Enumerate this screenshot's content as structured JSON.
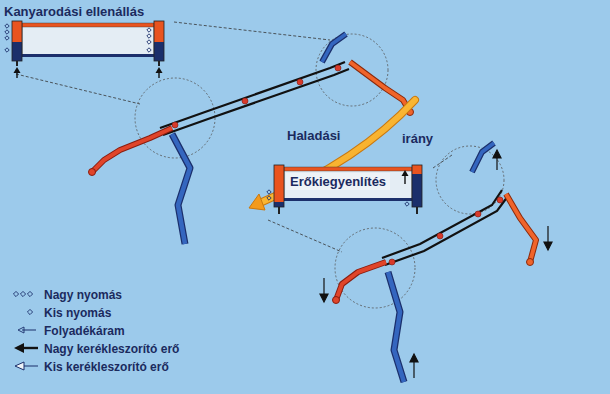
{
  "diagram": {
    "nodes": [
      {
        "text": [
          "Kanyarodási ellenállás"
        ]
      },
      {
        "text": [
          "Erőkiegyenlítés"
        ]
      }
    ],
    "labels": [
      "Haladási",
      "irány"
    ],
    "legend": [
      {
        "text": "Nagy nyomás"
      },
      {
        "text": "Kis nyomás"
      },
      {
        "text": "Folyadékáram"
      },
      {
        "text": "Nagy kerékleszorító erő"
      },
      {
        "text": "Kis kerékleszorító erő"
      }
    ]
  }
}
